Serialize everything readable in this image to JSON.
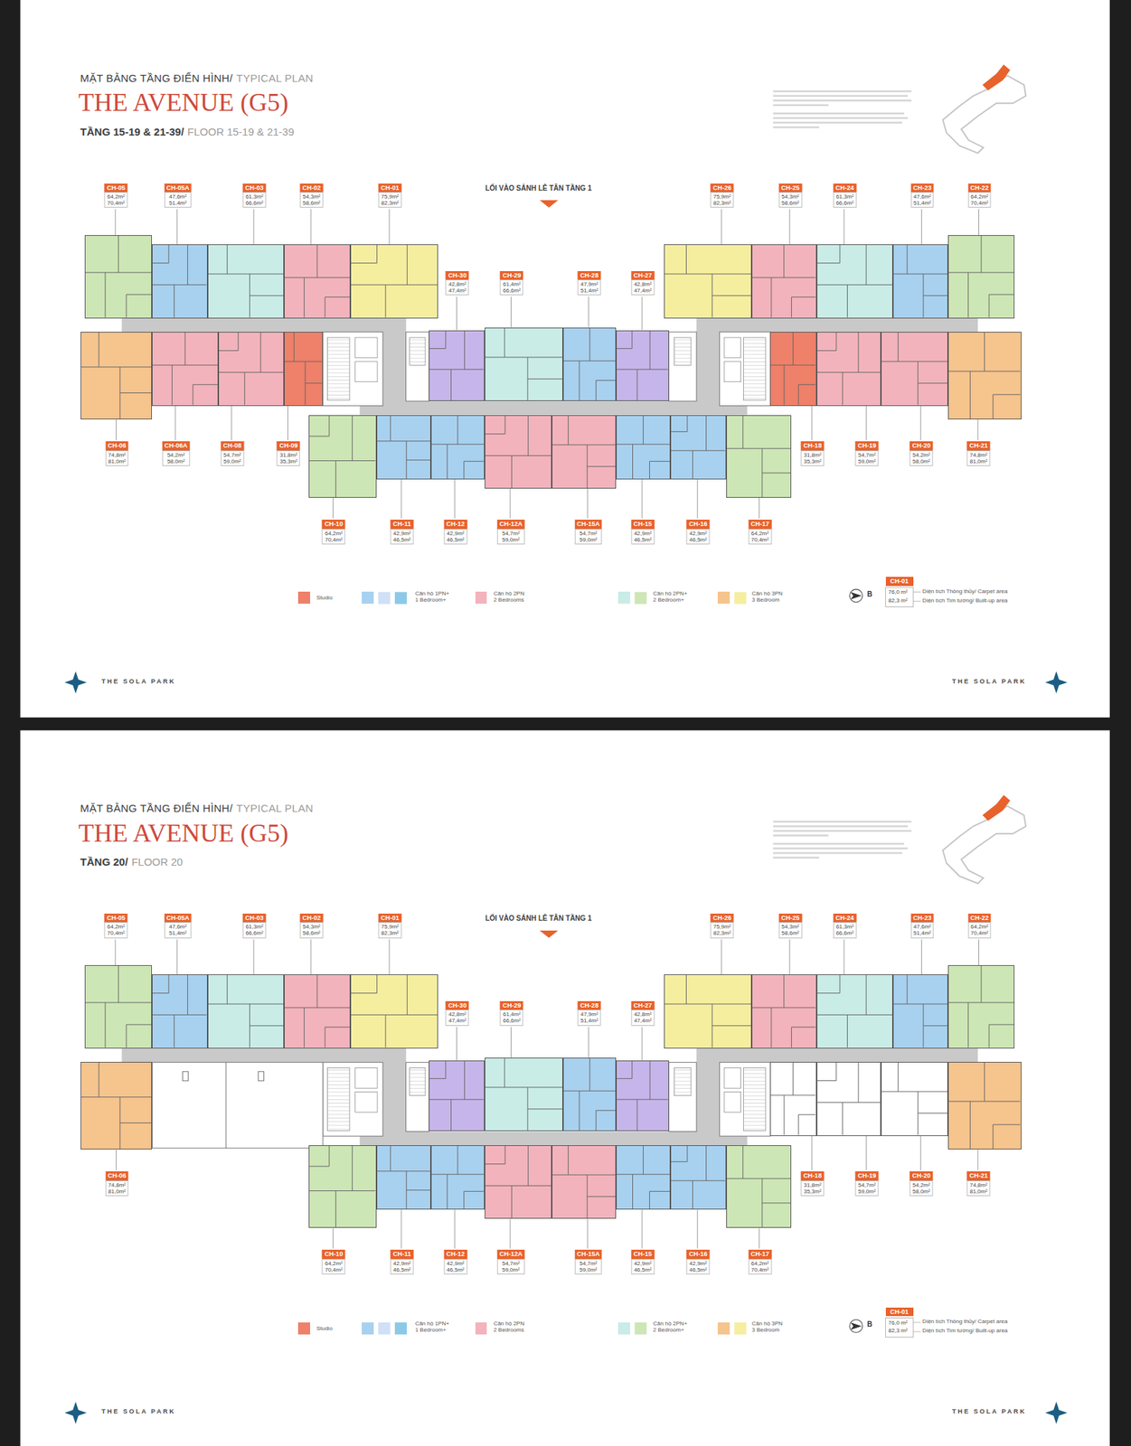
{
  "diagram": {
    "title": "THE AVENUE (G5)",
    "nodes": [
      {
        "text": [
          "CH-05",
          "64,2m²",
          "70,4m²"
        ]
      },
      {
        "text": [
          "CH-05A",
          "47,6m²",
          "51,4m²"
        ]
      },
      {
        "text": [
          "CH-03",
          "61,3m²",
          "66,6m²"
        ]
      },
      {
        "text": [
          "CH-02",
          "54,3m²",
          "58,6m²"
        ]
      },
      {
        "text": [
          "CH-01",
          "75,9m²",
          "82,3m²"
        ]
      },
      {
        "text": [
          "CH-26",
          "75,9m²",
          "82,3m²"
        ]
      },
      {
        "text": [
          "CH-25",
          "54,3m²",
          "58,6m²"
        ]
      },
      {
        "text": [
          "CH-24",
          "61,3m²",
          "66,6m²"
        ]
      },
      {
        "text": [
          "CH-23",
          "47,6m²",
          "51,4m²"
        ]
      },
      {
        "text": [
          "CH-22",
          "64,2m²",
          "70,4m²"
        ]
      },
      {
        "text": [
          "CH-30",
          "42,8m²",
          "47,4m²"
        ]
      },
      {
        "text": [
          "CH-29",
          "61,4m²",
          "66,6m²"
        ]
      },
      {
        "text": [
          "CH-28",
          "47,9m²",
          "51,4m²"
        ]
      },
      {
        "text": [
          "CH-27",
          "42,8m²",
          "47,4m²"
        ]
      },
      {
        "text": [
          "CH-06",
          "74,8m²",
          "81,0m²"
        ]
      },
      {
        "text": [
          "CH-06A",
          "54,2m²",
          "58,0m²"
        ]
      },
      {
        "text": [
          "CH-08",
          "54,7m²",
          "59,0m²"
        ]
      },
      {
        "text": [
          "CH-09",
          "31,8m²",
          "35,3m²"
        ]
      },
      {
        "text": [
          "CH-18",
          "31,8m²",
          "35,3m²"
        ]
      },
      {
        "text": [
          "CH-19",
          "54,7m²",
          "59,0m²"
        ]
      },
      {
        "text": [
          "CH-20",
          "54,2m²",
          "58,0m²"
        ]
      },
      {
        "text": [
          "CH-21",
          "74,8m²",
          "81,0m²"
        ]
      },
      {
        "text": [
          "CH-10",
          "64,2m²",
          "70,4m²"
        ]
      },
      {
        "text": [
          "CH-11",
          "42,9m²",
          "46,5m²"
        ]
      },
      {
        "text": [
          "CH-12",
          "42,9m²",
          "46,5m²"
        ]
      },
      {
        "text": [
          "CH-12A",
          "54,7m²",
          "59,0m²"
        ]
      },
      {
        "text": [
          "CH-15A",
          "54,7m²",
          "59,0m²"
        ]
      },
      {
        "text": [
          "CH-15",
          "42,9m²",
          "46,5m²"
        ]
      },
      {
        "text": [
          "CH-16",
          "42,9m²",
          "46,5m²"
        ]
      },
      {
        "text": [
          "CH-17",
          "64,2m²",
          "70,4m²"
        ]
      },
      {
        "text": [
          "CH-05",
          "64,2m²",
          "70,4m²"
        ]
      },
      {
        "text": [
          "CH-05A",
          "47,6m²",
          "51,4m²"
        ]
      },
      {
        "text": [
          "CH-03",
          "61,3m²",
          "66,6m²"
        ]
      },
      {
        "text": [
          "CH-02",
          "54,3m²",
          "58,6m²"
        ]
      },
      {
        "text": [
          "CH-01",
          "75,9m²",
          "82,3m²"
        ]
      },
      {
        "text": [
          "CH-26",
          "75,9m²",
          "82,3m²"
        ]
      },
      {
        "text": [
          "CH-25",
          "54,3m²",
          "58,6m²"
        ]
      },
      {
        "text": [
          "CH-24",
          "61,3m²",
          "66,6m²"
        ]
      },
      {
        "text": [
          "CH-23",
          "47,6m²",
          "51,4m²"
        ]
      },
      {
        "text": [
          "CH-22",
          "64,2m²",
          "70,4m²"
        ]
      },
      {
        "text": [
          "CH-30",
          "42,8m²",
          "47,4m²"
        ]
      },
      {
        "text": [
          "CH-29",
          "61,4m²",
          "66,6m²"
        ]
      },
      {
        "text": [
          "CH-28",
          "47,9m²",
          "51,4m²"
        ]
      },
      {
        "text": [
          "CH-27",
          "42,8m²",
          "47,4m²"
        ]
      },
      {
        "text": [
          "CH-06",
          "74,8m²",
          "81,0m²"
        ]
      },
      {
        "text": [
          "CH-18",
          "31,8m²",
          "35,3m²"
        ]
      },
      {
        "text": [
          "CH-19",
          "54,7m²",
          "59,0m²"
        ]
      },
      {
        "text": [
          "CH-20",
          "54,2m²",
          "58,0m²"
        ]
      },
      {
        "text": [
          "CH-21",
          "74,8m²",
          "81,0m²"
        ]
      },
      {
        "text": [
          "CH-10",
          "64,2m²",
          "70,4m²"
        ]
      },
      {
        "text": [
          "CH-11",
          "42,9m²",
          "46,5m²"
        ]
      },
      {
        "text": [
          "CH-12",
          "42,9m²",
          "46,5m²"
        ]
      },
      {
        "text": [
          "CH-12A",
          "54,7m²",
          "59,0m²"
        ]
      },
      {
        "text": [
          "CH-15A",
          "54,7m²",
          "59,0m²"
        ]
      },
      {
        "text": [
          "CH-15",
          "42,9m²",
          "46,5m²"
        ]
      },
      {
        "text": [
          "CH-16",
          "42,9m²",
          "46,5m²"
        ]
      },
      {
        "text": [
          "CH-17",
          "64,2m²",
          "70,4m²"
        ]
      }
    ],
    "labels": [
      "MẶT BẰNG TẦNG ĐIỂN HÌNH/",
      "TYPICAL PLAN",
      "TẦNG 15-19 & 21-39/",
      "FLOOR 15-19 & 21-39",
      "LỐI VÀO SẢNH LỄ TÂN TẦNG 1",
      "B",
      "CH-01",
      "76,0 m²",
      "82,3 m²",
      "Diện tích Thông thủy/ Carpet area",
      "Diện tích Tim tường/ Built-up area",
      "THE SOLA PARK",
      "THE SOLA PARK",
      "MẶT BẰNG TẦNG ĐIỂN HÌNH/",
      "TYPICAL PLAN",
      "THE AVENUE (G5)",
      "TẦNG 20/",
      "FLOOR 20",
      "LỐI VÀO SẢNH LỄ TÂN TẦNG 1",
      "B",
      "CH-01",
      "76,0 m²",
      "82,3 m²",
      "Diện tích Thông thủy/ Carpet area",
      "Diện tích Tim tường/ Built-up area",
      "THE SOLA PARK",
      "THE SOLA PARK"
    ],
    "legend": [
      {
        "text": "Studio",
        "color": "#ef8069"
      },
      {
        "text": "Căn hộ 1PN+ 1 Bedroom+",
        "color": "#a8d1ef"
      },
      {
        "text": "Căn hộ 2PN 2 Bedrooms",
        "color": "#f3b3bc"
      },
      {
        "text": "Căn hộ 2PN+ 2 Bedroom+",
        "color": "#c9ece7"
      },
      {
        "text": "Căn hộ 3PN 3 Bedroom",
        "color": "#f6c48d"
      },
      {
        "text": "Studio",
        "color": "#ef8069"
      },
      {
        "text": "Căn hộ 1PN+ 1 Bedroom+",
        "color": "#a8d1ef"
      },
      {
        "text": "Căn hộ 2PN 2 Bedrooms",
        "color": "#f3b3bc"
      },
      {
        "text": "Căn hộ 2PN+ 2 Bedroom+",
        "color": "#c9ece7"
      },
      {
        "text": "Căn hộ 3PN 3 Bedroom",
        "color": "#f6c48d"
      }
    ]
  }
}
